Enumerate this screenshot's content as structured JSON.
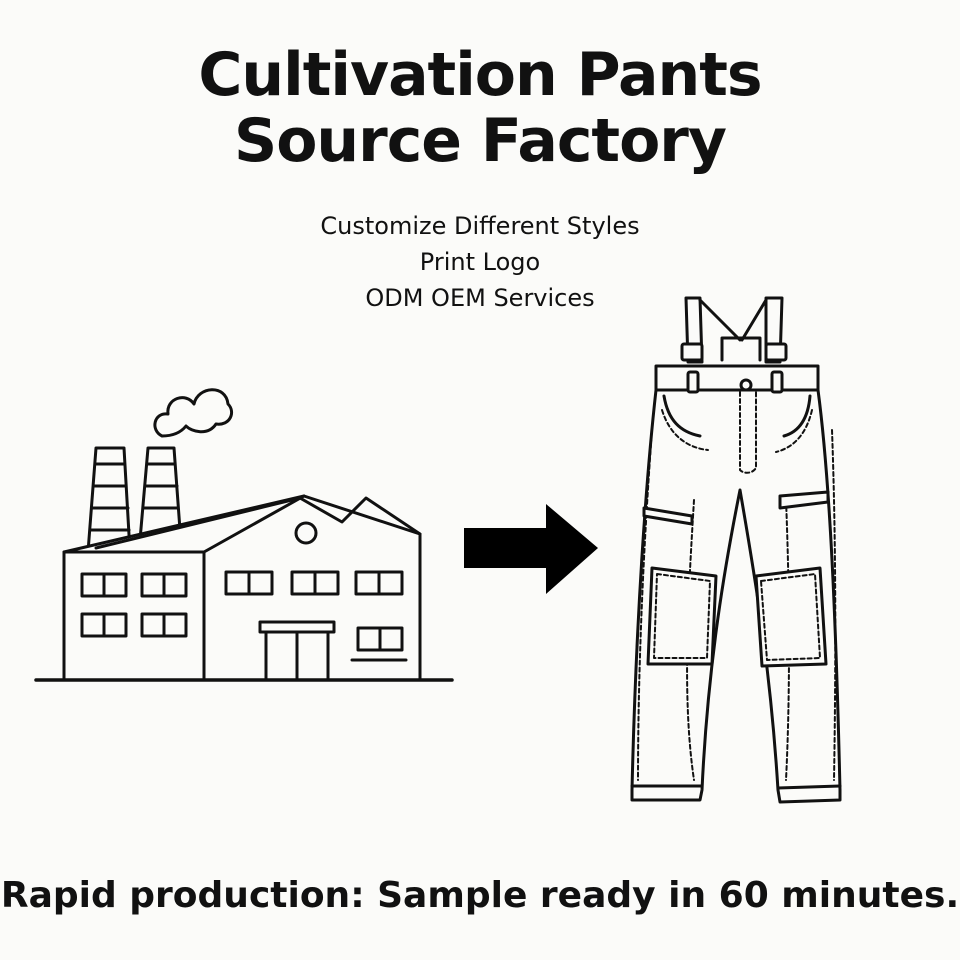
{
  "headline": {
    "line1": "Cultivation Pants",
    "line2": "Source Factory"
  },
  "services": [
    "Customize Different Styles",
    "Print Logo",
    "ODM OEM Services"
  ],
  "footer": "Rapid production: Sample ready in 60 minutes.",
  "icons": [
    "factory-icon",
    "arrow-right-icon",
    "overalls-icon"
  ],
  "colors": {
    "ink": "#111111",
    "background": "#fbfbf9"
  }
}
